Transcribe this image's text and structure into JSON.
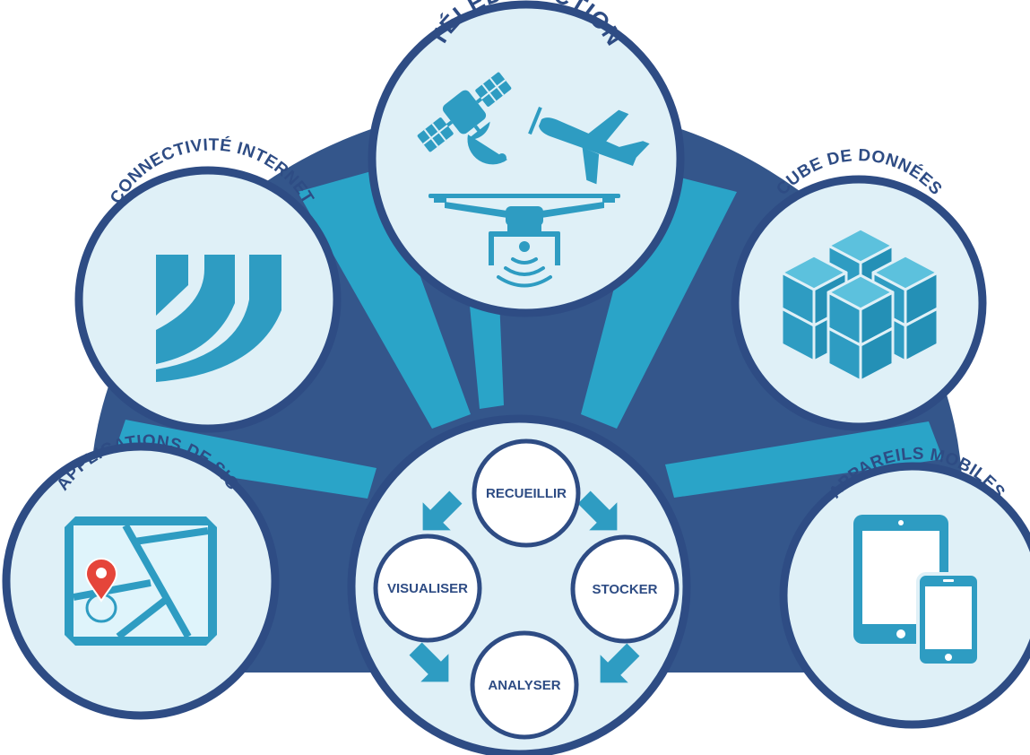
{
  "colors": {
    "navy": "#34568b",
    "circle_border": "#2e4c84",
    "circle_fill": "#dff0f7",
    "accent_blue": "#2aa4c8",
    "icon_blue": "#2e9cc2",
    "pin_red": "#e5453a"
  },
  "nodes": {
    "remote_sensing": {
      "label": "TÉLÉDÉTECTION",
      "icons": [
        "satellite-icon",
        "airplane-icon",
        "drone-icon"
      ]
    },
    "internet": {
      "label": "CONNECTIVITÉ INTERNET",
      "icons": [
        "wifi-signal-icon"
      ]
    },
    "data_cube": {
      "label": "CUBE DE DONNÉES",
      "icons": [
        "data-cube-icon"
      ]
    },
    "gis": {
      "label": "APPLICATIONS DE SIG",
      "icons": [
        "map-pin-icon"
      ]
    },
    "mobile": {
      "label": "APPAREILS MOBILES",
      "icons": [
        "tablet-icon",
        "phone-icon"
      ]
    }
  },
  "cycle": {
    "steps": [
      {
        "label": "RECUEILLIR"
      },
      {
        "label": "STOCKER"
      },
      {
        "label": "ANALYSER"
      },
      {
        "label": "VISUALISER"
      }
    ]
  }
}
